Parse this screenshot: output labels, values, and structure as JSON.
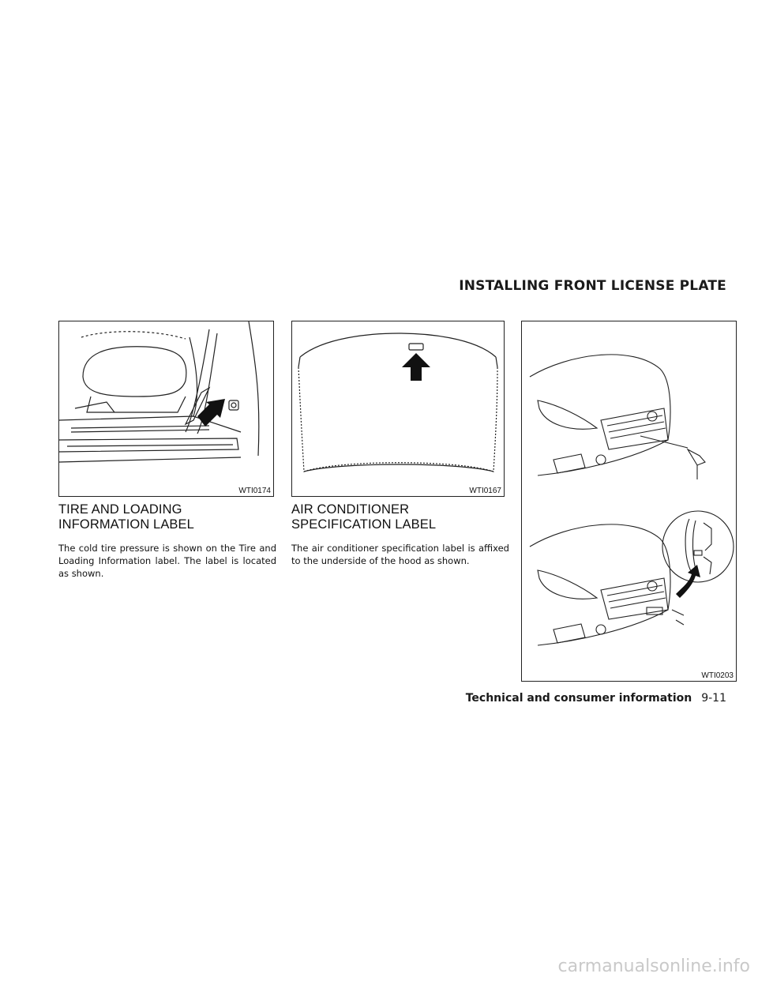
{
  "section_heading": "INSTALLING FRONT LICENSE PLATE",
  "figures": [
    {
      "code": "WTI0174",
      "icon": "seat-door-sill-illustration"
    },
    {
      "code": "WTI0167",
      "icon": "hood-underside-illustration"
    },
    {
      "code": "WTI0203",
      "icon": "front-bumper-license-plate-illustration"
    }
  ],
  "sections": [
    {
      "title": "TIRE AND LOADING INFORMATION LABEL",
      "body": "The cold tire pressure is shown on the Tire and Loading Information label. The label is located as shown."
    },
    {
      "title": "AIR CONDITIONER SPECIFICATION LABEL",
      "body": "The air conditioner specification label is affixed to the underside of the hood as shown."
    }
  ],
  "footer": {
    "chapter": "Technical and consumer information",
    "page": "9-11"
  },
  "watermark": "carmanualsonline.info"
}
